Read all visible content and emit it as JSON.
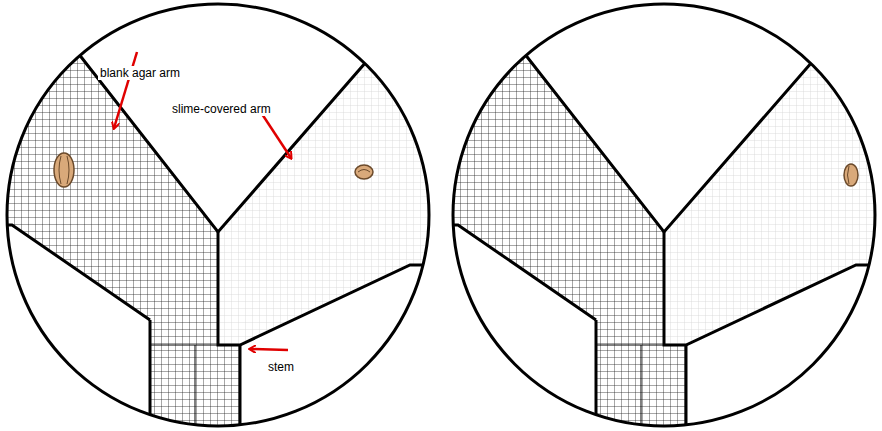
{
  "diagram": {
    "labels": [
      "blank agar arm",
      "slime-covered arm",
      "stem"
    ]
  }
}
